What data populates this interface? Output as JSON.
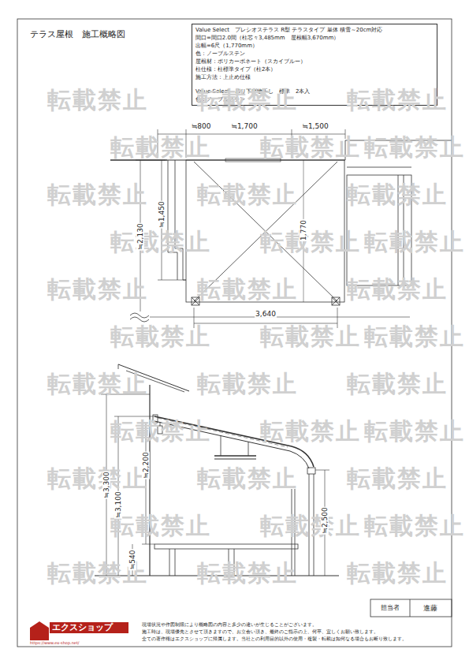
{
  "diagram": {
    "title": "テラス屋根　施工概略図",
    "nodes": [
      {
        "text": [
          "Value Select　プレシオステラス R型 テラスタイプ 単体 積雪～20cm対応",
          "間口=間口2.0間（柱芯々3,485mm　屋根幅3,670mm）",
          "出幅=6尺（1,770mm）",
          "色：ノーブルステン",
          "屋根材：ポリカーボネート（スカイブルー）",
          "柱仕様：柱標準タイプ（柱2本）",
          "施工方法：上止め仕様",
          "Value Select　吊り下げ物干し　標準　2本入",
          "色：ノーブルステン"
        ]
      }
    ],
    "labels": [
      "≒800",
      "≒1,700",
      "≒1,500",
      "≒1,450",
      "1,770",
      "≒2,130",
      "3,640",
      "≒3,300",
      "≒3,100",
      "≒2,200",
      "≒540",
      "≒2,500",
      "担当者",
      "進藤",
      "エクスショップ",
      "https://www.ex-shop.net/",
      "現場状況や作図制限により概略図の内容と多少の違いが生じることがございます。",
      "施工時は、現場優先とさせて頂きますので、お立会い頂き、最終のご指示の上、何卒、宜しくお願い致します。",
      "全ての著作権はエクスショップに帰属します。当社との利用目的以外の使用・複製・転載は如何なる場合もお断り致します。",
      "転載禁止",
      "転載禁止",
      "転載禁止",
      "転載禁止",
      "転載禁止",
      "転載禁止",
      "転載禁止",
      "転載禁止",
      "転載禁止",
      "転載禁止",
      "転載禁止",
      "転載禁止",
      "転載禁止",
      "転載禁止",
      "転載禁止",
      "転載禁止",
      "転載禁止",
      "転載禁止",
      "転載禁止",
      "転載禁止",
      "転載禁止",
      "転載禁止",
      "転載禁止",
      "転載禁止",
      "転載禁止",
      "転載禁止",
      "転載禁止",
      "転載禁止",
      "転載禁止",
      "転載禁止",
      "転載禁止",
      "転載禁止",
      "転載禁止"
    ]
  }
}
